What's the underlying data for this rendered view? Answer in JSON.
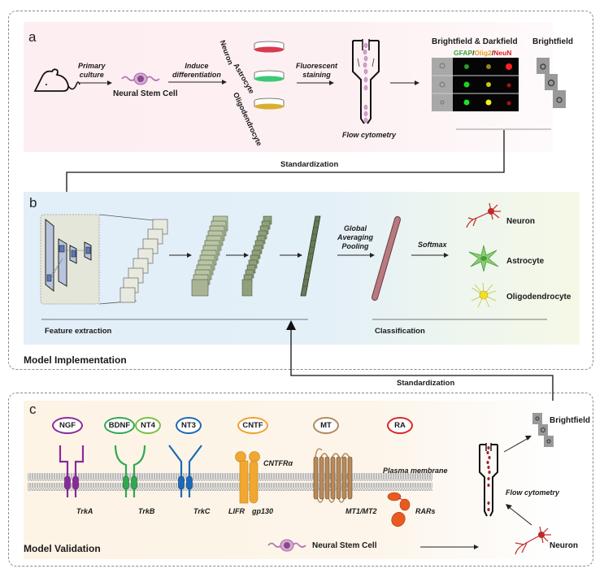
{
  "figure": {
    "panels": {
      "a": {
        "letter": "a",
        "steps": {
          "primary_culture": "Primary\nculture",
          "neural_stem_cell": "Neural Stem Cell",
          "induce_differentiation": "Induce\ndifferentiation",
          "fluorescent_staining": "Fluorescent\nstaining",
          "flow_cytometry": "Flow cytometry"
        },
        "cell_types": [
          "Neuron",
          "Astrocyte",
          "Oligodendrocyte"
        ],
        "dish_colors": [
          "#d83a4e",
          "#3cc878",
          "#d8b030"
        ],
        "imaging": {
          "title_bf_df": "Brightfield & Darkfield",
          "markers": [
            {
              "text": "GFAP",
              "color": "#3aa83a"
            },
            {
              "text": "/",
              "color": "#222222"
            },
            {
              "text": "Olig2",
              "color": "#e8a020"
            },
            {
              "text": "/",
              "color": "#222222"
            },
            {
              "text": "NeuN",
              "color": "#d82020"
            }
          ],
          "title_bf": "Brightfield"
        }
      },
      "standardization_1": "Standardization",
      "b": {
        "letter": "b",
        "global_pooling": "Global\nAveraging\nPooling",
        "softmax": "Softmax",
        "outputs": [
          "Neuron",
          "Astrocyte",
          "Oligodendrocyte"
        ],
        "feature_extraction": "Feature extraction",
        "classification": "Classification",
        "section_title": "Model Implementation"
      },
      "standardization_2": "Standardization",
      "c": {
        "letter": "c",
        "ligands": [
          {
            "name": "NGF",
            "color": "#8a2a9a"
          },
          {
            "name": "BDNF",
            "color": "#30a850"
          },
          {
            "name": "NT4",
            "color": "#7ac040"
          },
          {
            "name": "NT3",
            "color": "#1a6ab8"
          },
          {
            "name": "CNTF",
            "color": "#f0a030"
          },
          {
            "name": "MT",
            "color": "#b08a60"
          },
          {
            "name": "RA",
            "color": "#d82828"
          }
        ],
        "receptors": {
          "trka": "TrkA",
          "trkb": "TrkB",
          "trkc": "TrkC",
          "lifr": "LIFR",
          "gp130": "gp130",
          "cntfra": "CNTFRα",
          "mt": "MT1/MT2",
          "rars": "RARs"
        },
        "plasma_membrane": "Plasma membrane",
        "brightfield": "Brightfield",
        "flow_cytometry": "Flow cytometry",
        "neural_stem_cell": "Neural Stem Cell",
        "neuron": "Neuron",
        "section_title": "Model Validation"
      }
    }
  }
}
